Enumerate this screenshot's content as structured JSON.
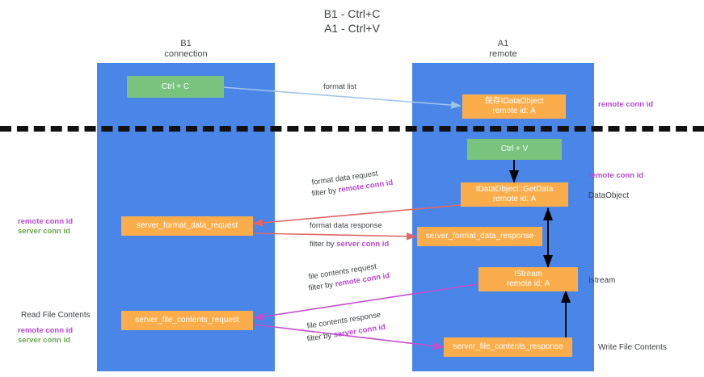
{
  "title": "B1 - Ctrl+C\nA1 - Ctrl+V",
  "columns": {
    "left": {
      "header": "B1\nconnection"
    },
    "right": {
      "header": "A1\nremote"
    }
  },
  "nodes": {
    "ctrl_c": {
      "line1": "Ctrl + C",
      "line2": ""
    },
    "ctrl_v": {
      "line1": "Ctrl + V",
      "line2": ""
    },
    "idataobject": {
      "line1": "保存IDataObject",
      "line2": "remote id: A"
    },
    "getdata": {
      "line1": "IDataObject::GetData",
      "line2": "remote id: A"
    },
    "istream": {
      "line1": "IStream",
      "line2": "remote id: A"
    },
    "sfdreq": {
      "line1": "server_format_data_request",
      "line2": ""
    },
    "sfdresp": {
      "line1": "server_format_data_response",
      "line2": ""
    },
    "sfcreq": {
      "line1": "server_file_contents_request",
      "line2": ""
    },
    "sfcresp": {
      "line1": "server_file_contents_response",
      "line2": ""
    }
  },
  "edges": {
    "format_list": {
      "text": "format list"
    },
    "fdr_line1": {
      "text": "format data request"
    },
    "fdr_filter_prefix": {
      "text": "filter by "
    },
    "fdr_filter_key": {
      "text": "remote conn id"
    },
    "fdresp_line1": {
      "text": "format data response"
    },
    "fdresp_filter_prefix": {
      "text": "filter by "
    },
    "fdresp_filter_key": {
      "text": "server conn id"
    },
    "fcr_line1": {
      "text": "file contents request"
    },
    "fcr_filter_prefix": {
      "text": "filter by "
    },
    "fcr_filter_key": {
      "text": "remote conn id"
    },
    "fcresp_line1": {
      "text": "file contents response"
    },
    "fcresp_filter_prefix": {
      "text": "filter by "
    },
    "fcresp_filter_key": {
      "text": "server conn id"
    }
  },
  "annotations": {
    "right_remote_conn_top": {
      "text": "remote conn id"
    },
    "right_remote_conn_mid": {
      "text": "remote conn id"
    },
    "right_dataobject": {
      "text": "DataObject"
    },
    "right_istream": {
      "text": "Istream"
    },
    "right_write_file": {
      "text": "Write File Contents"
    },
    "left_remote_conn": {
      "text": "remote conn id"
    },
    "left_server_conn": {
      "text": "server conn id"
    },
    "left_read_file": {
      "text": "Read File Contents"
    },
    "left_remote_conn_2": {
      "text": "remote conn id"
    },
    "left_server_conn_2": {
      "text": "server conn id"
    }
  },
  "colors": {
    "band": "#4a86e8",
    "green_node": "#79c47d",
    "orange_node": "#fbad4b",
    "arrow_blue": "#9fc5e8",
    "arrow_red": "#e06666",
    "arrow_magenta": "#c24fd0",
    "arrow_black": "#000000",
    "key_purple": "#b44ad0",
    "key_green": "#6aa84f",
    "divider": "#111111"
  }
}
